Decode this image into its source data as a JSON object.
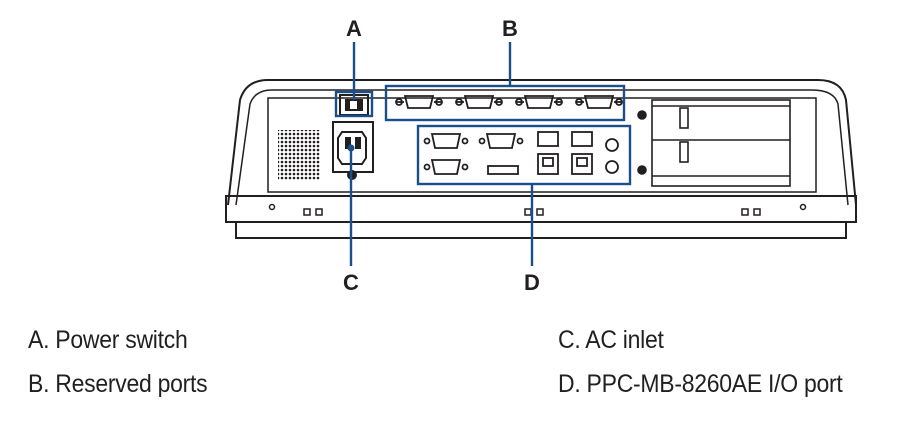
{
  "callouts": {
    "a": "A",
    "b": "B",
    "c": "C",
    "d": "D"
  },
  "legend": {
    "a": "A. Power switch",
    "b": "B. Reserved ports",
    "c": "C. AC inlet",
    "d": "D. PPC-MB-8260AE I/O port"
  },
  "colors": {
    "callout_line": "#1b4f8a",
    "outline": "#231f20"
  }
}
